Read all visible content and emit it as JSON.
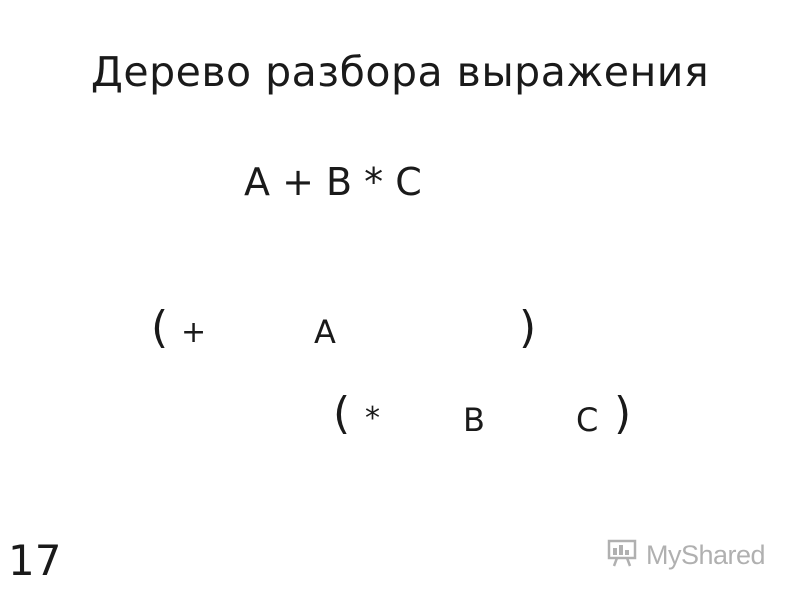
{
  "slide": {
    "title": "Дерево разбора выражения",
    "expression": "A + B * C",
    "tree": {
      "outer": {
        "open_paren": "(",
        "operator": "+",
        "operand": "A",
        "close_paren": ")"
      },
      "inner": {
        "open_paren": "(",
        "operator": "*",
        "left_operand": "B",
        "right_operand": "C",
        "close_paren": ")"
      }
    },
    "page_number": "17"
  },
  "watermark": {
    "text": "MyShared",
    "icon": "presentation-board-icon",
    "color": "#707070"
  }
}
